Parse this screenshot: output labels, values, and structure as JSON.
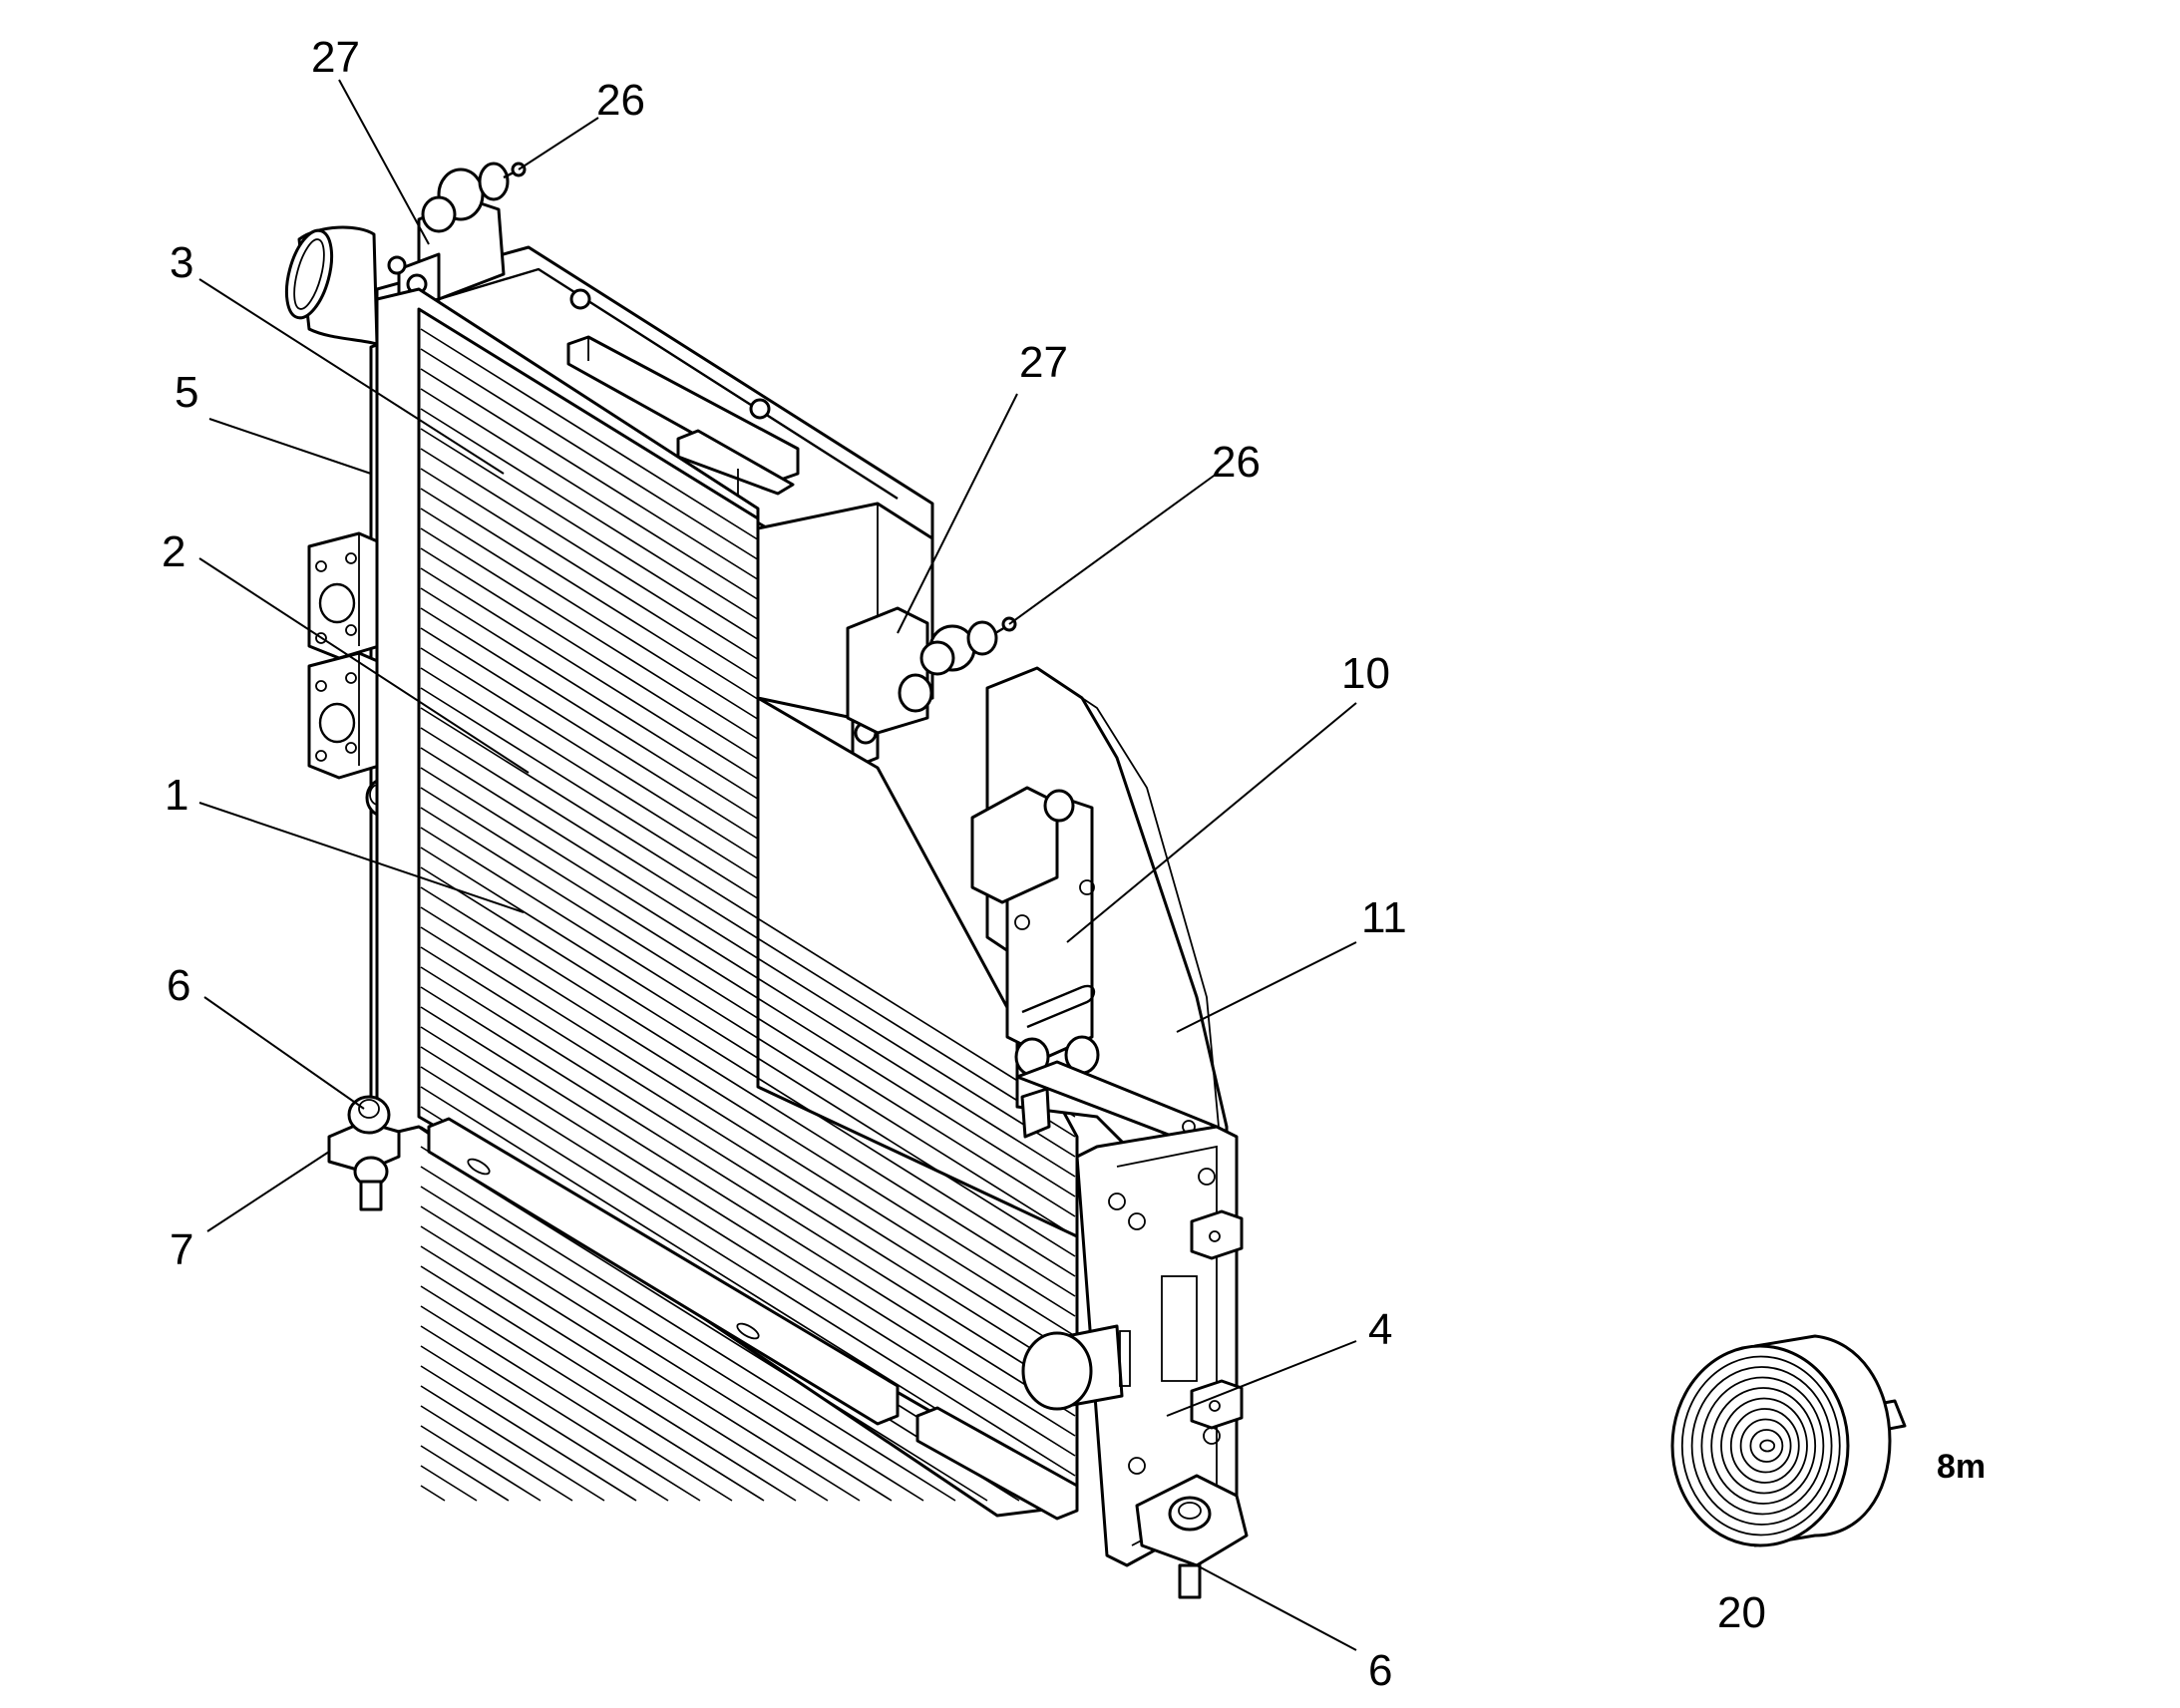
{
  "callouts": {
    "c27a": "27",
    "c26a": "26",
    "c3": "3",
    "c5": "5",
    "c2": "2",
    "c1": "1",
    "c6a": "6",
    "c7": "7",
    "c27b": "27",
    "c26b": "26",
    "c10": "10",
    "c11": "11",
    "c4": "4",
    "c6b": "6",
    "c20": "20"
  },
  "tape_length_label": "8m",
  "colors": {
    "line": "#000000",
    "background": "#ffffff"
  }
}
